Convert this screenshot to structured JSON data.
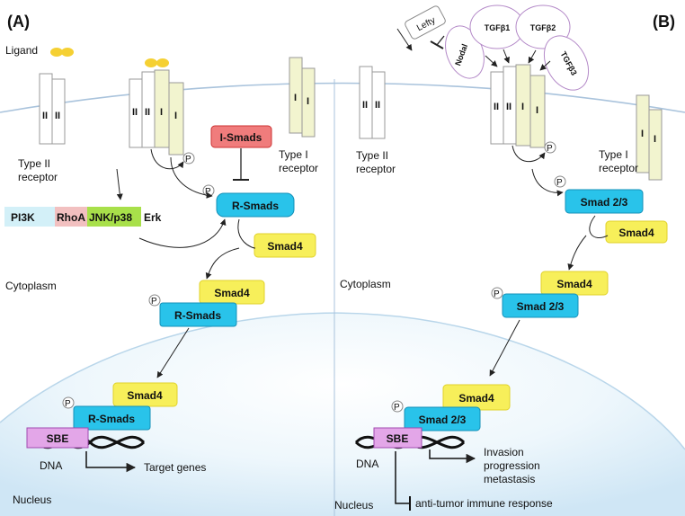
{
  "panel_a": {
    "label": "(A)",
    "ligand": "Ligand",
    "type2_receptor": [
      "Type II",
      "receptor"
    ],
    "type1_receptor": [
      "Type I",
      "receptor"
    ],
    "receptor_mark_2": "II",
    "receptor_mark_1": "I",
    "phospho": "P",
    "i_smads": "I-Smads",
    "r_smads": "R-Smads",
    "smad4": "Smad4",
    "kinases": [
      "PI3K",
      "RhoA",
      "JNK/p38",
      "Erk"
    ],
    "cytoplasm": "Cytoplasm",
    "nucleus": "Nucleus",
    "sbe": "SBE",
    "dna": "DNA",
    "target_genes": "Target genes"
  },
  "panel_b": {
    "label": "(B)",
    "lefty": "Lefty",
    "ligands": [
      "TGFβ1",
      "TGFβ2",
      "Nodal",
      "TGFβ3"
    ],
    "type2_receptor": [
      "Type II",
      "receptor"
    ],
    "type1_receptor": [
      "Type I",
      "receptor"
    ],
    "receptor_mark_2": "II",
    "receptor_mark_1": "I",
    "phospho": "P",
    "smad23": "Smad 2/3",
    "smad4": "Smad4",
    "cytoplasm": "Cytoplasm",
    "nucleus": "Nucleus",
    "sbe": "SBE",
    "dna": "DNA",
    "outcomes": [
      "Invasion",
      "progression",
      "metastasis"
    ],
    "immune": "anti-tumor immune response"
  },
  "colors": {
    "smad_cyan": "#29c3ea",
    "smad4_yellow": "#f7ef5a",
    "ismad_red": "#f07c7c",
    "sbe_purple": "#e3a6e8",
    "receptor_type1": "#f2f4cf",
    "ligand_gold": "#f5d033",
    "pi3k_bg": "#d3f0f8",
    "rhoa_bg": "#f2c0c0",
    "jnk_bg": "#a8e04a",
    "membrane": "#a9c3dc",
    "ligand_bubble_stroke": "#b48ac8"
  }
}
